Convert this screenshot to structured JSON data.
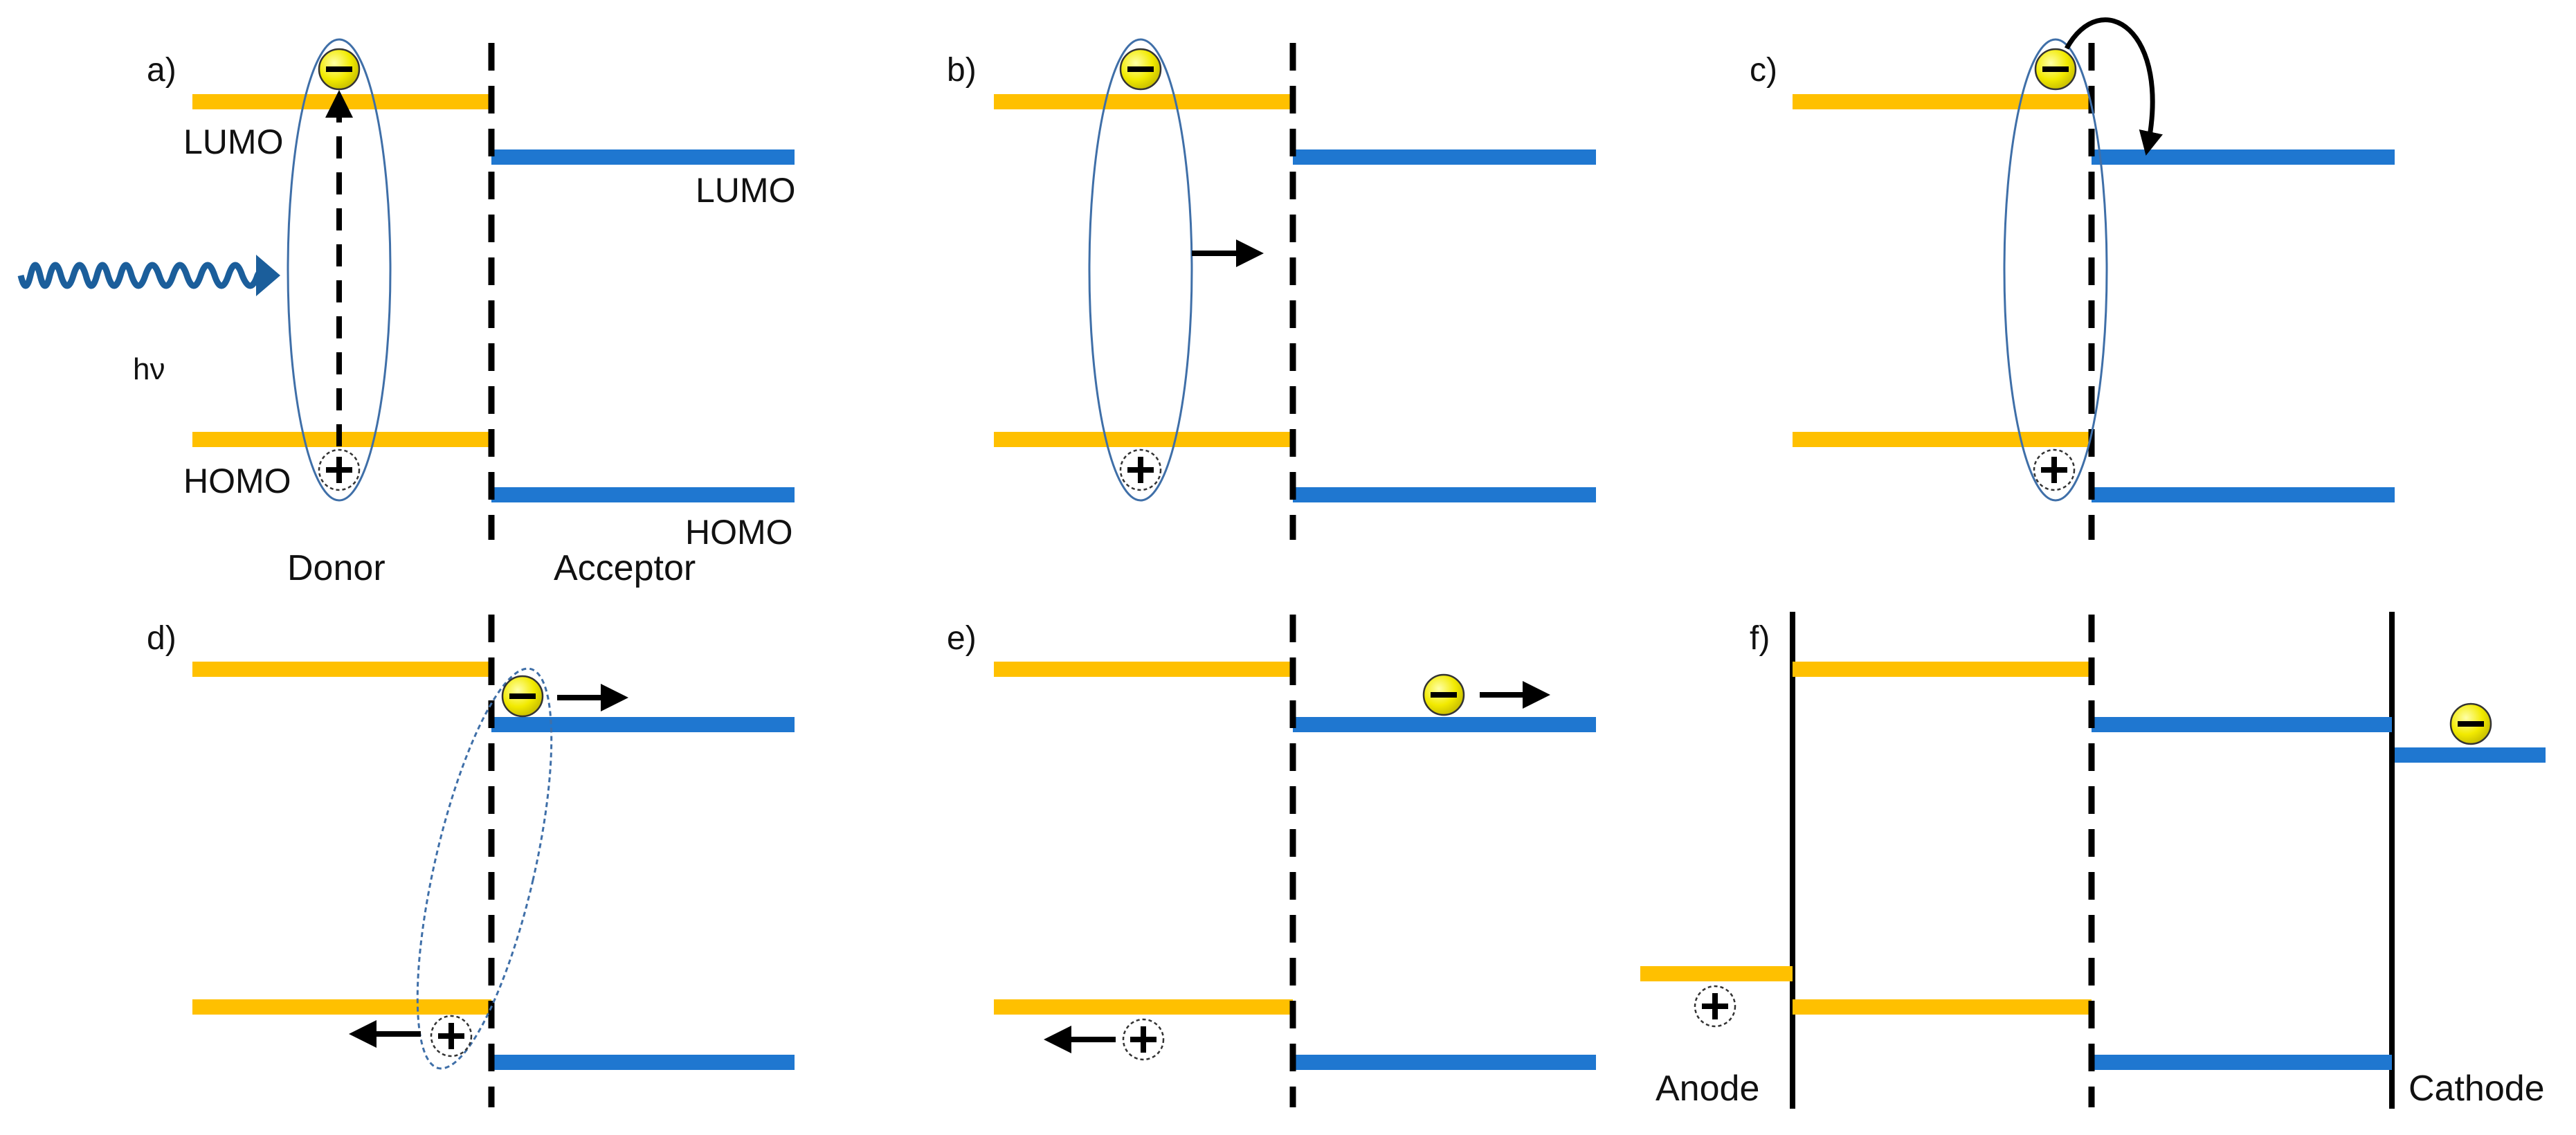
{
  "colors": {
    "donor": "#FFC000",
    "acceptor": "#1F77D0",
    "photon": "#1B5E9B",
    "exciton": "#3F6FA8",
    "electron_fill": "#F2EA00",
    "line": "#000000"
  },
  "icons": {
    "electron": "minus-in-yellow-circle",
    "hole": "plus-in-dashed-circle",
    "photon": "wavy-arrow"
  },
  "panels": [
    {
      "id": "a",
      "label": "a)"
    },
    {
      "id": "b",
      "label": "b)"
    },
    {
      "id": "c",
      "label": "c)"
    },
    {
      "id": "d",
      "label": "d)"
    },
    {
      "id": "e",
      "label": "e)"
    },
    {
      "id": "f",
      "label": "f)"
    }
  ],
  "labels": {
    "donor_lumo": "LUMO",
    "donor_homo": "HOMO",
    "acceptor_lumo": "LUMO",
    "acceptor_homo": "HOMO",
    "donor": "Donor",
    "acceptor": "Acceptor",
    "photon": "hν",
    "anode": "Anode",
    "cathode": "Cathode"
  }
}
